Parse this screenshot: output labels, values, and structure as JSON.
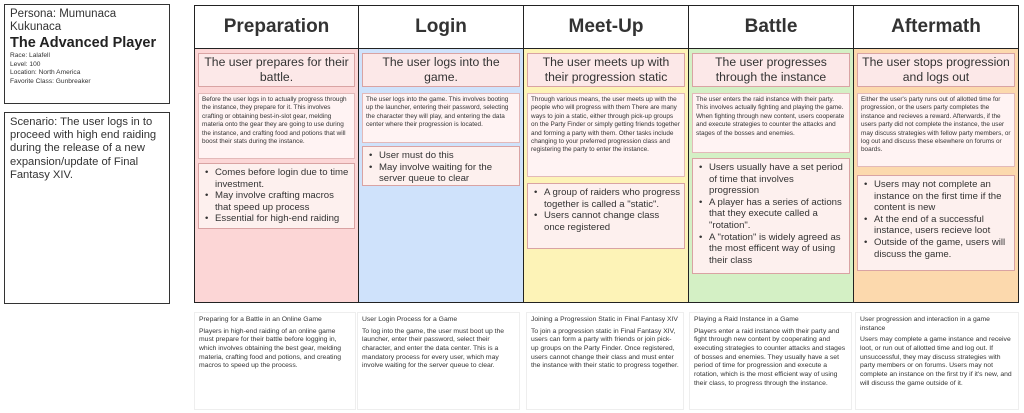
{
  "persona": {
    "name": "Persona: Mumunaca Kukunaca",
    "title": "The Advanced Player",
    "race": "Race: Lalafell",
    "level": "Level: 100",
    "location": "Location: North America",
    "favorite_class": "Favorite Class: Gunbreaker"
  },
  "scenario": {
    "text": "Scenario: The user logs in to proceed with high end raiding during the release of a new expansion/update of Final Fantasy XIV."
  },
  "colors": {
    "preparation": "#fcd6d6",
    "login": "#cfe2fb",
    "meetup": "#fdf3b7",
    "battle": "#d4f0c5",
    "aftermath": "#fcd9ad"
  },
  "stages": [
    {
      "title": "Preparation",
      "summary": "The user prepares for their battle.",
      "description": "Before the user logs in to actually progress through the instance, they prepare for it. This involves crafting or obtaining best-in-slot gear, melding materia onto the gear they are going to use during the instance, and crafting food and potions that will boost their stats during the instance.",
      "bullets": [
        "Comes before login due to time investment.",
        "May involve crafting macros that speed up process",
        "Essential for high-end raiding"
      ],
      "note_title": "Preparing for a Battle in an Online Game",
      "note_text": "Players in high-end raiding of an online game must prepare for their battle before logging in, which involves obtaining the best gear, melding materia, crafting food and potions, and creating macros to speed up the process."
    },
    {
      "title": "Login",
      "summary": "The user logs into the game.",
      "description": "The user logs into the game. This involves booting up the launcher, entering their password, selecting the character they will play, and entering the data center where their progression is located.",
      "bullets": [
        "User must do this",
        "May involve waiting for the server queue to clear"
      ],
      "note_title": "User Login Process for a Game",
      "note_text": "To log into the game, the user must boot up the launcher, enter their password, select their character, and enter the data center. This is a mandatory process for every user, which may involve waiting for the server queue to clear."
    },
    {
      "title": "Meet-Up",
      "summary": "The user meets up with their progression static",
      "description": "Through various means, the user meets up with the people who will progress with them There are many ways to join a static, either through pick-up groups on the Party Finder or simply getting friends together and forming a party with them. Other tasks include changing to your preferred progression class and registering the party to enter the instance.",
      "bullets": [
        "A group of raiders who progress together is called a \"static\".",
        "Users cannot change class once registered"
      ],
      "note_title": "Joining a Progression Static in Final Fantasy XIV",
      "note_text": "To join a progression static in Final Fantasy XIV, users can form a party with friends or join pick-up groups on the Party Finder. Once registered, users cannot change their class and must enter the instance with their static to progress together."
    },
    {
      "title": "Battle",
      "summary": "The user progresses through the instance",
      "description": "The user enters the raid instance with their party. This involves actually fighting and playing the game. When fighting through new content, users cooperate and execute strategies to counter the attacks and stages of the bosses and enemies.",
      "bullets": [
        "Users usually have a set period of time that involves progression",
        "A player has a series of actions that they execute called a \"rotation\".",
        "A \"rotation\" is widely agreed as the most efficent way of using their class"
      ],
      "note_title": "Playing a Raid Instance in a Game",
      "note_text": "Players enter a raid instance with their party and fight through new content by cooperating and executing strategies to counter attacks and stages of bosses and enemies. They usually have a set period of time for progression and execute a rotation, which is the most efficient way of using their class, to progress through the instance."
    },
    {
      "title": "Aftermath",
      "summary": "The user stops progression and logs out",
      "description": "Either the user's party runs out of allotted time for progression, or the users party completes the instance and recieves a reward. Afterwards, if the users party did not complete the instance, the user may discuss strategies with fellow party members, or log out and discuss these elsewhere on forums or boards.",
      "bullets": [
        "Users may not complete an instance on the first time if the content is new",
        "At the end of a successful instance, users recieve loot",
        "Outside of the game, users will discuss the game."
      ],
      "note_title": "User progression and interaction in a game instance",
      "note_text": "Users may complete a game instance and receive loot, or run out of allotted time and log out. If unsuccessful, they may discuss strategies with party members or on forums. Users may not complete an instance on the first try if it's new, and will discuss the game outside of it."
    }
  ]
}
